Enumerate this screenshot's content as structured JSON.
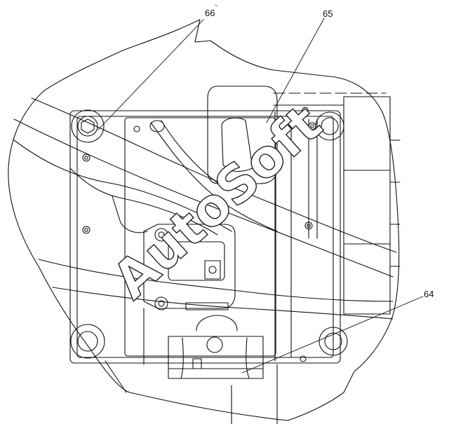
{
  "diagram": {
    "top_mark": "%..",
    "callouts": [
      "66",
      "65",
      "64"
    ],
    "watermark": "AutoSoft"
  }
}
